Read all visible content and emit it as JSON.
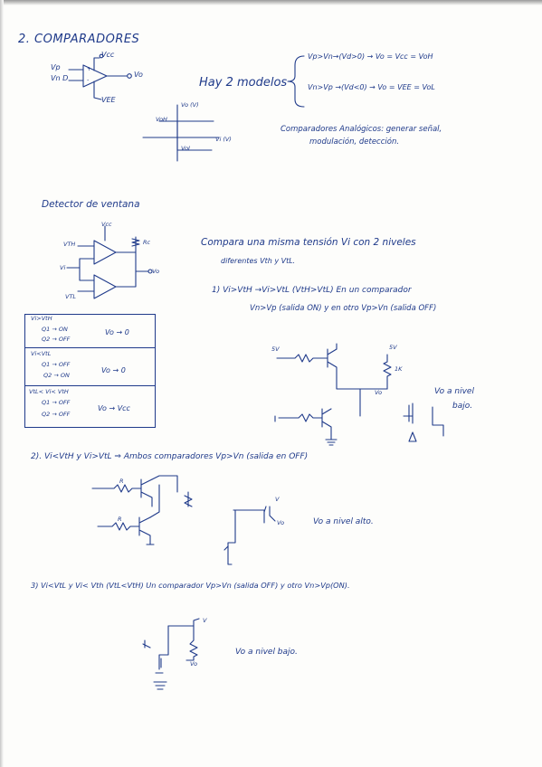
{
  "header": {
    "title": "2. COMPARADORES"
  },
  "comparator_symbol": {
    "vp": "Vp",
    "vn": "Vn D",
    "vcc": "Vcc",
    "vee": "VEE",
    "vo": "Vo",
    "plus": "+",
    "minus": "-"
  },
  "models": {
    "intro": "Hay 2 modelos",
    "case1": "Vp>Vn→(Vd>0) → Vo = Vcc = VoH",
    "case2": "Vn>Vp →(Vd<0) → Vo = VEE = VoL"
  },
  "transfer": {
    "vo_axis": "Vo (V)",
    "vi_axis": "Vi (V)",
    "voh": "VoH",
    "vol": "VoL"
  },
  "applications": {
    "line1": "Comparadores Analógicos: generar señal,",
    "line2": "modulación, detección."
  },
  "window": {
    "title": "Detector de ventana",
    "vcc": "Vcc",
    "vth": "VTH",
    "vtl": "VTL",
    "vi": "Vi",
    "rc": "Rc",
    "vo": "Vo",
    "desc1": "Compara una misma tensión Vi con 2 niveles",
    "desc2": "diferentes Vth y VtL."
  },
  "table": {
    "rows": [
      {
        "cond": "Vi>VtH",
        "q1": "Q1 → ON",
        "q2": "Q2 → OFF",
        "result": "Vo → 0"
      },
      {
        "cond": "Vi<VtL",
        "q1": "Q1 → OFF",
        "q2": "Q2 → ON",
        "result": "Vo → 0"
      },
      {
        "cond": "VtL< Vi< VtH",
        "q1": "Q1 → OFF",
        "q2": "Q2 → OFF",
        "result": "Vo → Vcc"
      }
    ]
  },
  "case1": {
    "line1": "1) Vi>VtH →Vi>VtL (VtH>VtL) En un comparador",
    "line2": "Vn>Vp (salida ON) y en otro Vp>Vn (salida OFF)",
    "src": "5V",
    "rail": "5V",
    "r": "1K",
    "vo": "Vo",
    "result1": "Vo a nivel",
    "result2": "bajo."
  },
  "case2": {
    "line": "2). Vi<VtH y Vi>VtL ⇒ Ambos comparadores Vp>Vn (salida en OFF)",
    "r1": "R",
    "r2": "R",
    "v": "V",
    "vo": "Vo",
    "result": "Vo a nivel alto."
  },
  "case3": {
    "line": "3) Vi<VtL y Vi< Vth (VtL<VtH) Un comparador Vp>Vn (salida OFF) y otro Vn>Vp(ON).",
    "v": "V",
    "vo": "Vo",
    "result": "Vo a nivel bajo."
  },
  "colors": {
    "ink": "#1f3a8a",
    "paper": "#fdfdfb"
  }
}
